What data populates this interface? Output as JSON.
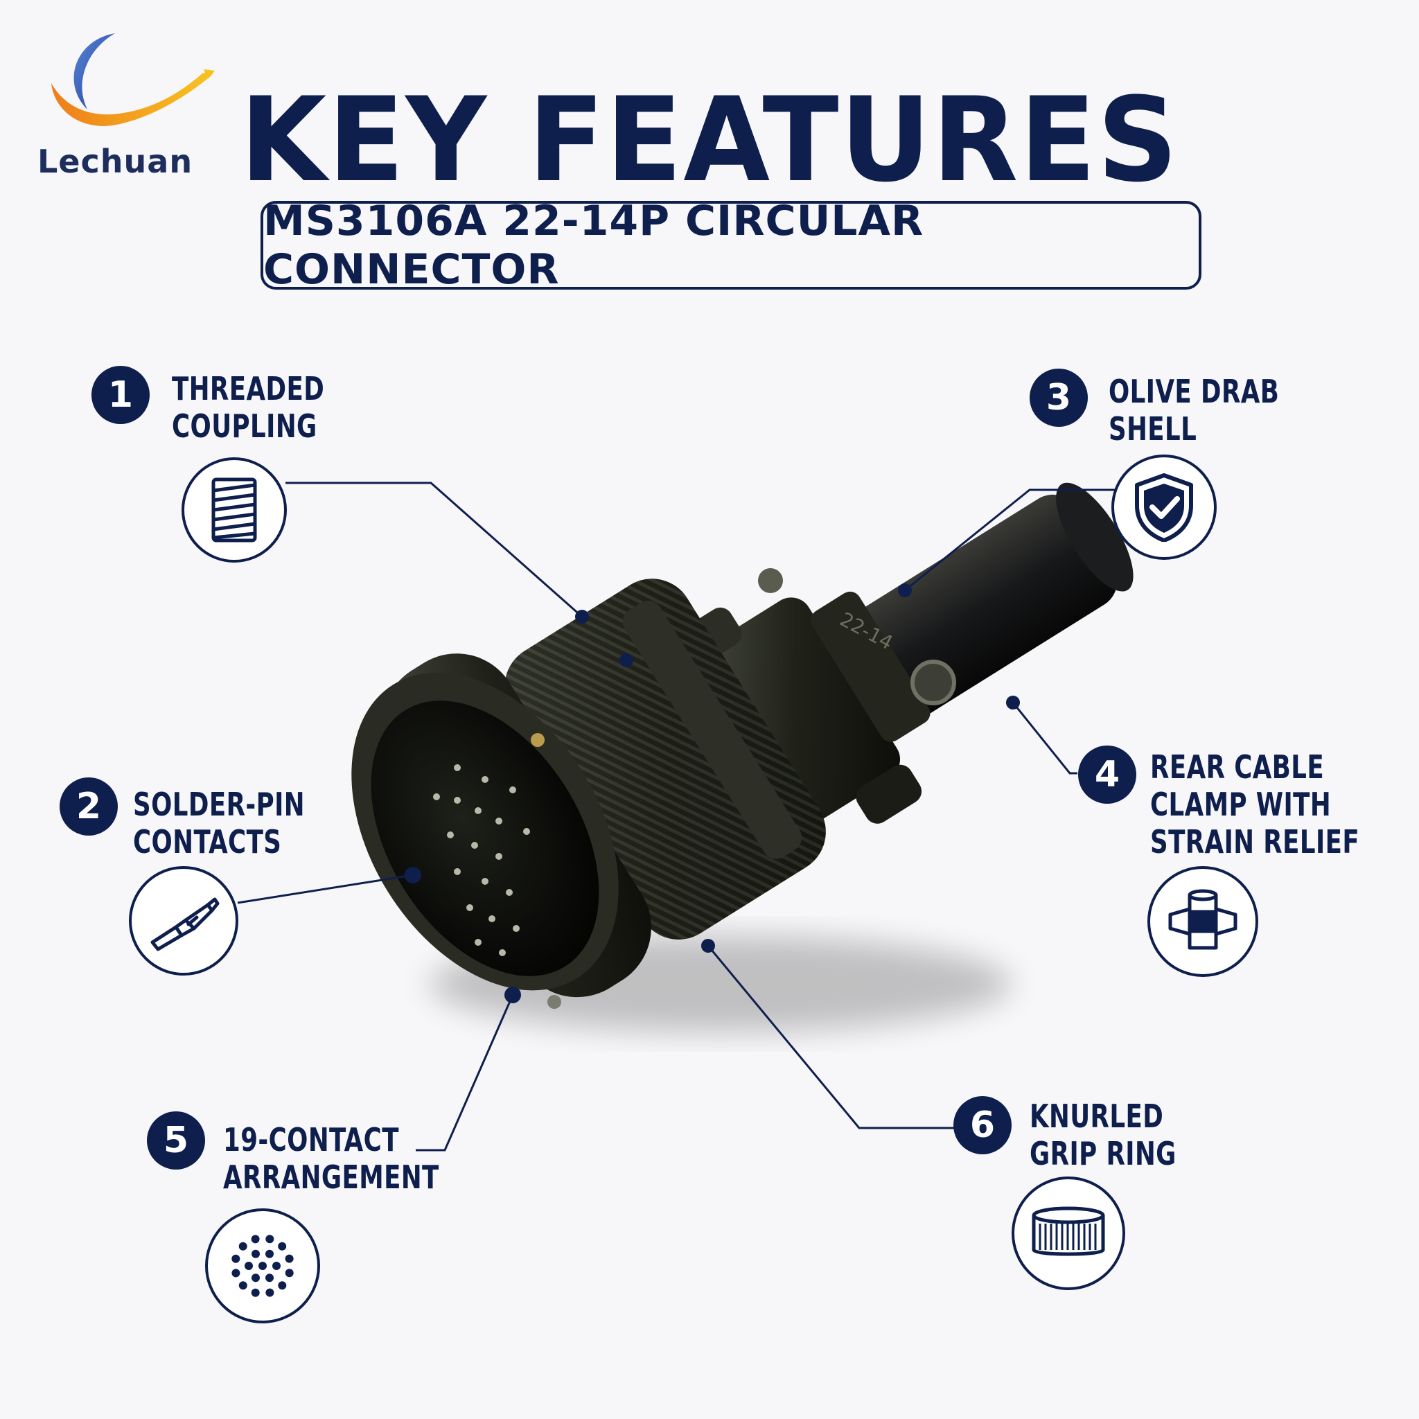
{
  "brand": {
    "name": "Lechuan"
  },
  "header": {
    "title": "KEY FEATURES",
    "subtitle": "MS3106A 22-14P CIRCULAR CONNECTOR"
  },
  "colors": {
    "navy": "#0e1f4d",
    "logo_blue": "#2f57b0",
    "logo_orange": "#f08a1c",
    "logo_yellow": "#f6c21b"
  },
  "features": [
    {
      "number": "1",
      "lines": [
        "THREADED",
        "COUPLING"
      ],
      "icon": "threaded-coupling-icon"
    },
    {
      "number": "2",
      "lines": [
        "SOLDER-PIN",
        "CONTACTS"
      ],
      "icon": "solder-pin-icon"
    },
    {
      "number": "3",
      "lines": [
        "OLIVE DRAB",
        "SHELL"
      ],
      "icon": "shield-check-icon"
    },
    {
      "number": "4",
      "lines": [
        "REAR CABLE",
        "CLAMP WITH",
        "STRAIN RELIEF"
      ],
      "icon": "cable-clamp-icon"
    },
    {
      "number": "5",
      "lines": [
        "19-CONTACT",
        "ARRANGEMENT"
      ],
      "icon": "contact-array-icon"
    },
    {
      "number": "6",
      "lines": [
        "KNURLED",
        "GRIP RING"
      ],
      "icon": "knurled-ring-icon"
    }
  ],
  "product": {
    "marking": "22-14"
  }
}
